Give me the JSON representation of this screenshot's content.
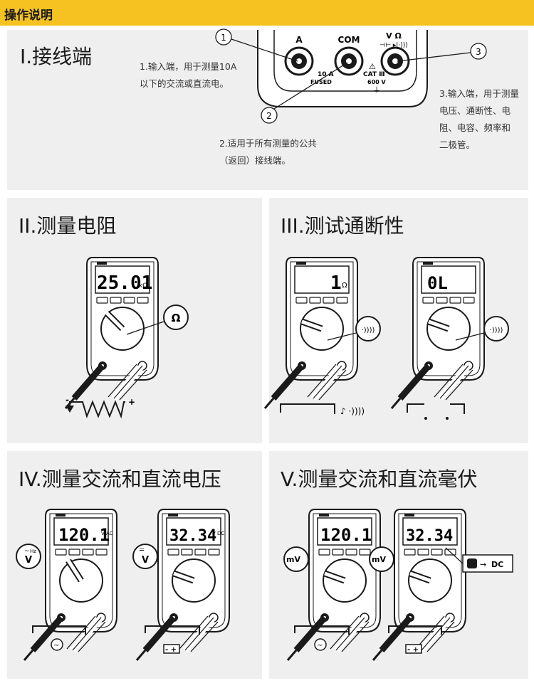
{
  "header": {
    "title": "操作说明"
  },
  "section1": {
    "title": "I.接线端",
    "callouts": [
      "1",
      "2",
      "3"
    ],
    "jacks": {
      "a_label": "A",
      "com_label": "COM",
      "v_label": "V Ω",
      "a_rating": "10 A",
      "a_rating2": "FUSED",
      "cat": "CAT Ⅲ",
      "voltage": "600 V"
    },
    "note1": [
      "1.输入端，用于测量10A",
      "以下的交流或直流电。"
    ],
    "note2": [
      "2.适用于所有测量的公共",
      "（返回）接线端。"
    ],
    "note3": [
      "3.输入端，用于测量",
      "电压、通断性、电",
      "阻、电容、频率和",
      "二极管。"
    ]
  },
  "section2": {
    "title": "II.测量电阻",
    "display": "25.01",
    "unit": "kΩ",
    "dial_badge": "Ω"
  },
  "section3": {
    "title": "III.测试通断性",
    "display_left": "1",
    "unit_left": "Ω",
    "display_right": "0L",
    "badge": "·))))",
    "beep": "♪ ·))))"
  },
  "section4": {
    "title": "IV.测量交流和直流电压",
    "display_left": "120.1",
    "unit_left": "VAC",
    "display_right": "32.34",
    "unit_right": "VDC",
    "badge_left": "V",
    "badge_left_top": "Hz",
    "badge_right": "V"
  },
  "section5": {
    "title": "V.测量交流和直流毫伏",
    "display_left": "120.1",
    "display_right": "32.34",
    "badge": "mV",
    "dc_label": "DC"
  },
  "colors": {
    "header": "#f6c222",
    "panel": "#efefef",
    "line": "#1a1a1a"
  }
}
